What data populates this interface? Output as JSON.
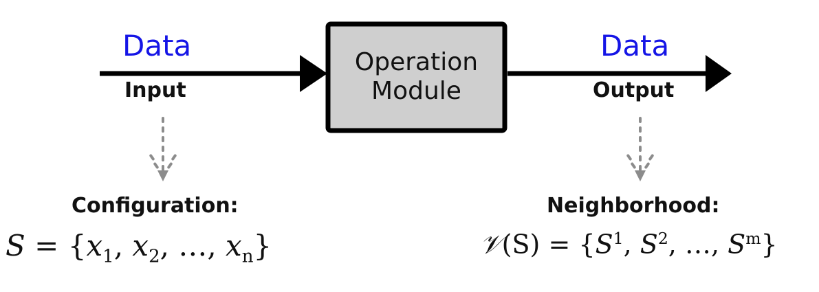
{
  "input": {
    "data_label": "Data",
    "io_label": "Input"
  },
  "module": {
    "line1": "Operation",
    "line2": "Module"
  },
  "output": {
    "data_label": "Data",
    "io_label": "Output"
  },
  "configuration": {
    "title": "Configuration:",
    "formula": {
      "lhs": "S",
      "eq": "=",
      "open": "{",
      "v1": "x",
      "s1": "1",
      "v2": "x",
      "s2": "2",
      "dots": "…",
      "vn": "x",
      "sn": "n",
      "close": "}"
    }
  },
  "neighborhood": {
    "title": "Neighborhood:",
    "formula": {
      "op": "𝒱",
      "arg": "(S)",
      "eq": "=",
      "open": "{",
      "v1": "S",
      "p1": "1",
      "v2": "S",
      "p2": "2",
      "dots": "…",
      "vm": "S",
      "pm": "m",
      "close": "}"
    }
  },
  "colors": {
    "data_label": "#1515e6",
    "module_fill": "#cfcfcf",
    "stroke": "#000000",
    "dashed_arrow": "#8c8c8c"
  }
}
